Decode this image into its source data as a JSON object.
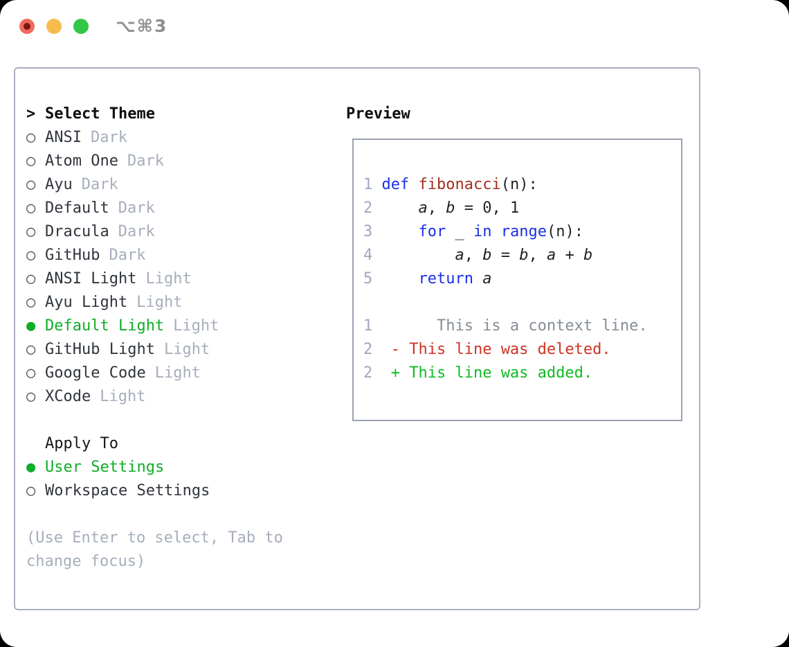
{
  "window": {
    "title": "⌥⌘3"
  },
  "colors": {
    "accent_green": "#0fae27",
    "keyword_blue": "#1b2fe8",
    "function_red": "#a52e1e",
    "diff_deleted_red": "#ce3323",
    "diff_added_green": "#0fbb23",
    "muted_gray": "#a6aebb",
    "traffic_red": "#ee6a5e",
    "traffic_yellow": "#f6bd4e",
    "traffic_green": "#33c748"
  },
  "theme_menu": {
    "prompt": ">",
    "title": "Select Theme",
    "items": [
      {
        "marker": "○",
        "name": "ANSI",
        "variant": "Dark",
        "selected": false
      },
      {
        "marker": "○",
        "name": "Atom One",
        "variant": "Dark",
        "selected": false
      },
      {
        "marker": "○",
        "name": "Ayu",
        "variant": "Dark",
        "selected": false
      },
      {
        "marker": "○",
        "name": "Default",
        "variant": "Dark",
        "selected": false
      },
      {
        "marker": "○",
        "name": "Dracula",
        "variant": "Dark",
        "selected": false
      },
      {
        "marker": "○",
        "name": "GitHub",
        "variant": "Dark",
        "selected": false
      },
      {
        "marker": "○",
        "name": "ANSI Light",
        "variant": "Light",
        "selected": false
      },
      {
        "marker": "○",
        "name": "Ayu Light",
        "variant": "Light",
        "selected": false
      },
      {
        "marker": "●",
        "name": "Default Light",
        "variant": "Light",
        "selected": true
      },
      {
        "marker": "○",
        "name": "GitHub Light",
        "variant": "Light",
        "selected": false
      },
      {
        "marker": "○",
        "name": "Google Code",
        "variant": "Light",
        "selected": false
      },
      {
        "marker": "○",
        "name": "XCode",
        "variant": "Light",
        "selected": false
      }
    ]
  },
  "apply_to": {
    "header": "Apply To",
    "options": [
      {
        "marker": "●",
        "label": "User Settings",
        "selected": true
      },
      {
        "marker": "○",
        "label": "Workspace Settings",
        "selected": false
      }
    ]
  },
  "help": {
    "line1": "(Use Enter to select, Tab to",
    "line2": "change focus)"
  },
  "preview": {
    "title": "Preview",
    "lines": [
      [
        {
          "t": "1 ",
          "c": "ln"
        },
        {
          "t": "def ",
          "c": "kw"
        },
        {
          "t": "fibonacci",
          "c": "fn"
        },
        {
          "t": "(n):",
          "c": "pl"
        }
      ],
      [
        {
          "t": "2 ",
          "c": "ln"
        },
        {
          "t": "    ",
          "c": "pl"
        },
        {
          "t": "a",
          "c": "va"
        },
        {
          "t": ", ",
          "c": "pl"
        },
        {
          "t": "b",
          "c": "va"
        },
        {
          "t": " = 0, 1",
          "c": "pl"
        }
      ],
      [
        {
          "t": "3 ",
          "c": "ln"
        },
        {
          "t": "    ",
          "c": "pl"
        },
        {
          "t": "for",
          "c": "kw"
        },
        {
          "t": " _ ",
          "c": "pl"
        },
        {
          "t": "in",
          "c": "kw"
        },
        {
          "t": " ",
          "c": "pl"
        },
        {
          "t": "range",
          "c": "kw"
        },
        {
          "t": "(n):",
          "c": "pl"
        }
      ],
      [
        {
          "t": "4 ",
          "c": "ln"
        },
        {
          "t": "        ",
          "c": "pl"
        },
        {
          "t": "a",
          "c": "va"
        },
        {
          "t": ", ",
          "c": "pl"
        },
        {
          "t": "b",
          "c": "va"
        },
        {
          "t": " = ",
          "c": "pl"
        },
        {
          "t": "b",
          "c": "va"
        },
        {
          "t": ", ",
          "c": "pl"
        },
        {
          "t": "a",
          "c": "va"
        },
        {
          "t": " + ",
          "c": "pl"
        },
        {
          "t": "b",
          "c": "va"
        }
      ],
      [
        {
          "t": "5 ",
          "c": "ln"
        },
        {
          "t": "    ",
          "c": "pl"
        },
        {
          "t": "return",
          "c": "kw"
        },
        {
          "t": " ",
          "c": "pl"
        },
        {
          "t": "a",
          "c": "va"
        }
      ],
      [],
      [
        {
          "t": "1",
          "c": "ln"
        },
        {
          "t": "       This is a context line.",
          "c": "ctx"
        }
      ],
      [
        {
          "t": "2",
          "c": "ln"
        },
        {
          "t": "  ",
          "c": "pl"
        },
        {
          "t": "- This line was deleted.",
          "c": "del"
        }
      ],
      [
        {
          "t": "2",
          "c": "ln"
        },
        {
          "t": "  ",
          "c": "pl"
        },
        {
          "t": "+ This line was added.",
          "c": "add"
        }
      ]
    ]
  }
}
